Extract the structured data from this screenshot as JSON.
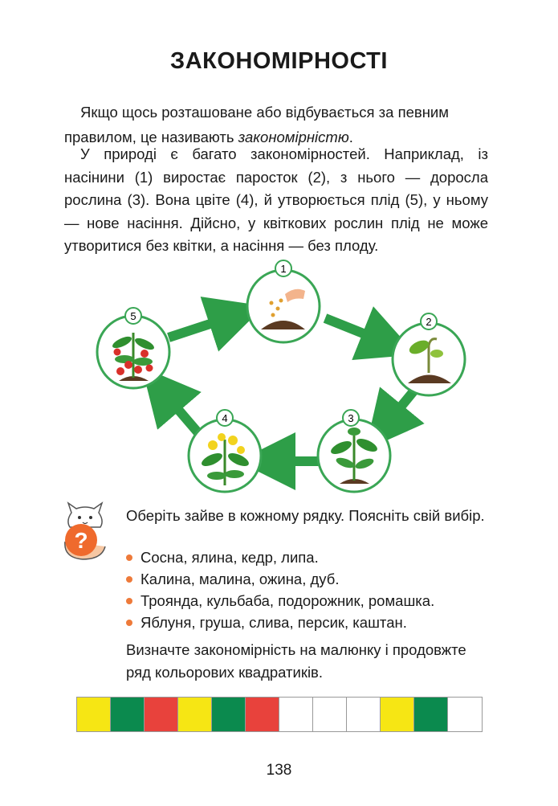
{
  "title": "ЗАКОНОМІРНОСТІ",
  "intro": {
    "line1": "Якщо щось розташоване або відбувається за певним",
    "line2_before": "правилом, це називають ",
    "line2_em": "закономірністю",
    "line2_after": ".",
    "paragraph2": "У природі є багато закономірностей. Наприклад, із насінини (1) виростає паросток (2), з нього — доросла рослина (3). Вона цвіте (4), й утворюється плід (5), у ньому — нове насіння. Дійсно, у квіткових рослин плід не може утворитися без квітки, а насіння — без плоду."
  },
  "cycle": {
    "stages": [
      {
        "number": "1",
        "name": "seed-stage"
      },
      {
        "number": "2",
        "name": "sprout-stage"
      },
      {
        "number": "3",
        "name": "adult-plant-stage"
      },
      {
        "number": "4",
        "name": "flowering-stage"
      },
      {
        "number": "5",
        "name": "fruit-stage"
      }
    ],
    "arrow_color": "#2e9e48",
    "circle_border": "#3aa655"
  },
  "task1": {
    "prompt": "Оберіть зайве в кожному рядку. Поясніть свій вибір.",
    "rows": [
      "Сосна, ялина, кедр, липа.",
      "Калина, малина, ожина, дуб.",
      "Троянда, кульбаба, подорожник, ромашка.",
      "Яблуня, груша, слива, персик, каштан."
    ],
    "icon": "question-cat-icon"
  },
  "task2": {
    "prompt": "Визначте закономірність на малюнку і продовжте ряд кольорових квадратиків."
  },
  "squares": [
    "#f6e614",
    "#0b8a4e",
    "#e8423c",
    "#f6e614",
    "#0b8a4e",
    "#e8423c",
    "#ffffff",
    "#ffffff",
    "#ffffff",
    "#f6e614",
    "#0b8a4e",
    "#ffffff"
  ],
  "page_number": "138"
}
